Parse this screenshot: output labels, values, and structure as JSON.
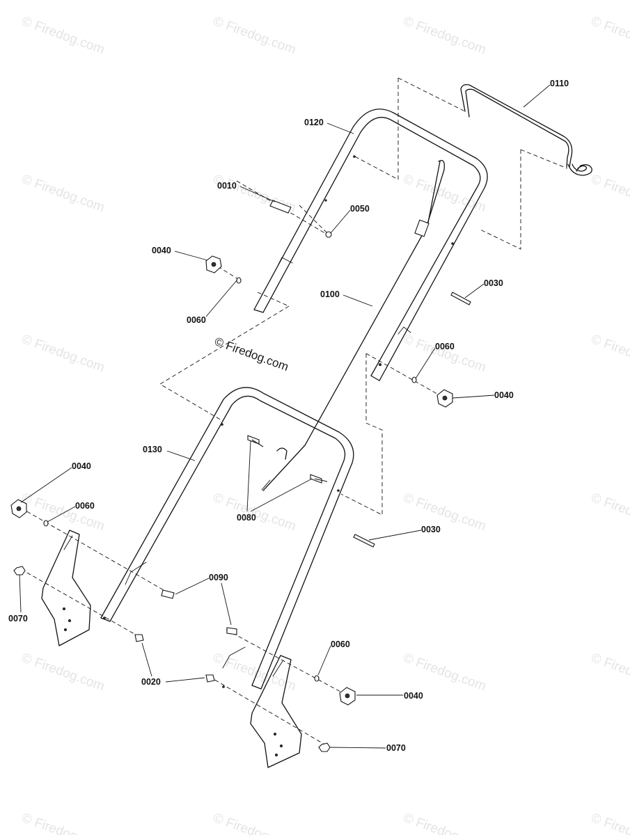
{
  "watermark": {
    "repeat_text": "© Firedog.com",
    "center_text": "© Firedog.com"
  },
  "parts": [
    {
      "id": "0110",
      "label": "0110"
    },
    {
      "id": "0120",
      "label": "0120"
    },
    {
      "id": "0010",
      "label": "0010"
    },
    {
      "id": "0050",
      "label": "0050"
    },
    {
      "id": "0040a",
      "label": "0040"
    },
    {
      "id": "0060a",
      "label": "0060"
    },
    {
      "id": "0100",
      "label": "0100"
    },
    {
      "id": "0030a",
      "label": "0030"
    },
    {
      "id": "0060b",
      "label": "0060"
    },
    {
      "id": "0040b",
      "label": "0040"
    },
    {
      "id": "0130",
      "label": "0130"
    },
    {
      "id": "0040c",
      "label": "0040"
    },
    {
      "id": "0060c",
      "label": "0060"
    },
    {
      "id": "0080",
      "label": "0080"
    },
    {
      "id": "0030b",
      "label": "0030"
    },
    {
      "id": "0090",
      "label": "0090"
    },
    {
      "id": "0070a",
      "label": "0070"
    },
    {
      "id": "0020",
      "label": "0020"
    },
    {
      "id": "0060d",
      "label": "0060"
    },
    {
      "id": "0040d",
      "label": "0040"
    },
    {
      "id": "0070b",
      "label": "0070"
    }
  ]
}
